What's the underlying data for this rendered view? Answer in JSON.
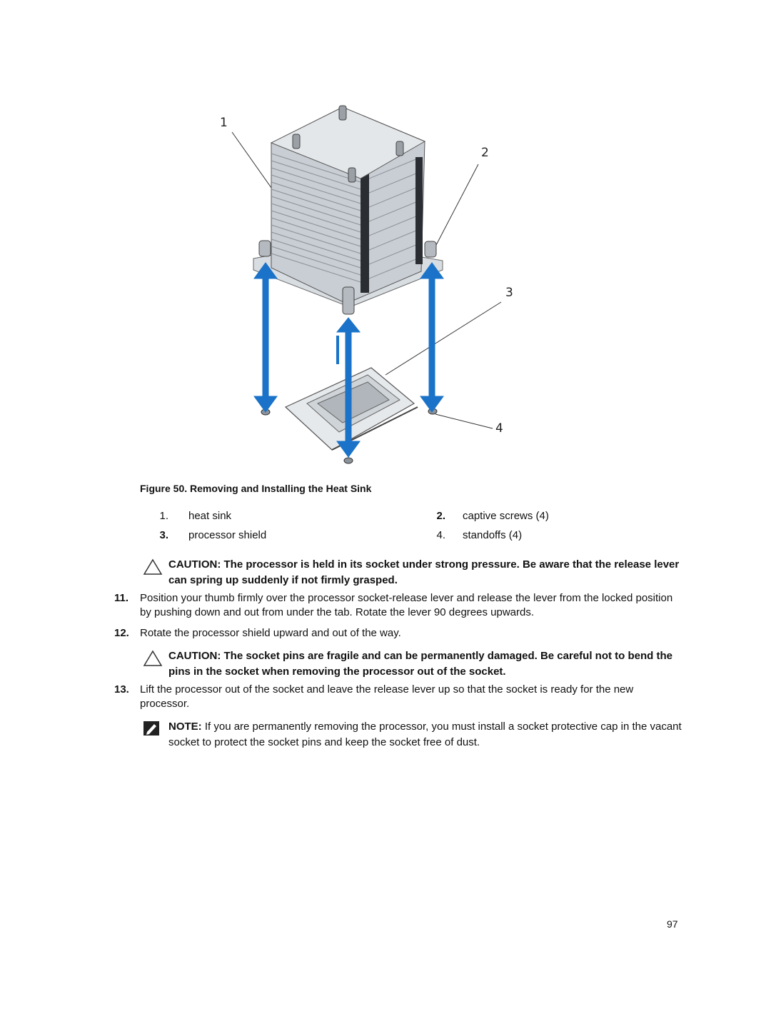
{
  "figure": {
    "callouts": [
      "1",
      "2",
      "3",
      "4"
    ],
    "caption": "Figure 50. Removing and Installing the Heat Sink",
    "legend": [
      {
        "num": "1.",
        "text": "heat sink"
      },
      {
        "num": "2.",
        "text": "captive screws (4)"
      },
      {
        "num": "3.",
        "text": "processor shield"
      },
      {
        "num": "4.",
        "text": "standoffs (4)"
      }
    ],
    "colors": {
      "arrow": "#1a73c8",
      "line": "#333333"
    }
  },
  "caution1": {
    "icon": "warning-triangle-icon",
    "text": "CAUTION: The processor is held in its socket under strong pressure. Be aware that the release lever can spring up suddenly if not firmly grasped."
  },
  "steps": [
    {
      "num": "11.",
      "text": "Position your thumb firmly over the processor socket-release lever and release the lever from the locked position by pushing down and out from under the tab. Rotate the lever 90 degrees upwards."
    },
    {
      "num": "12.",
      "text": "Rotate the processor shield upward and out of the way."
    },
    {
      "num": "13.",
      "text": "Lift the processor out of the socket and leave the release lever up so that the socket is ready for the new processor."
    }
  ],
  "caution2": {
    "icon": "warning-triangle-icon",
    "text": "CAUTION: The socket pins are fragile and can be permanently damaged. Be careful not to bend the pins in the socket when removing the processor out of the socket."
  },
  "note": {
    "icon": "note-pencil-icon",
    "label": "NOTE:",
    "text": "If you are permanently removing the processor, you must install a socket protective cap in the vacant socket to protect the socket pins and keep the socket free of dust."
  },
  "page_number": "97"
}
